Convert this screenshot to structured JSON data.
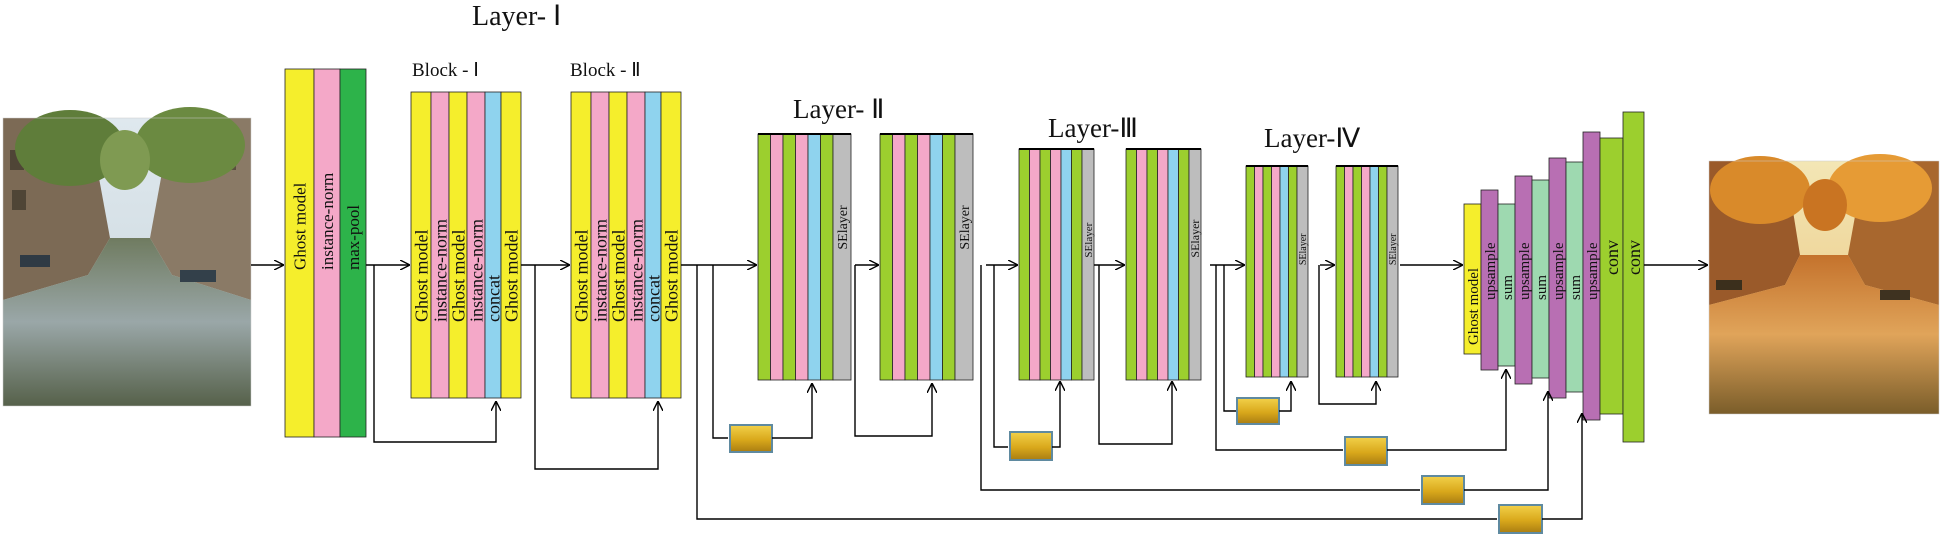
{
  "titles": {
    "layer1": "Layer- Ⅰ",
    "block1": "Block - Ⅰ",
    "block2": "Block - Ⅱ",
    "layer2": "Layer- Ⅱ",
    "layer3": "Layer-Ⅲ",
    "layer4": "Layer-Ⅳ"
  },
  "layer1_stack": [
    "Ghost model",
    "instance-norm",
    "max-pool"
  ],
  "block_labels": [
    "Ghost model",
    "instance-norm",
    "Ghost model",
    "instance-norm",
    "concat",
    "Ghost model"
  ],
  "se_label": "SElayer",
  "decoder_labels": [
    "Ghost model",
    "upsample",
    "sum",
    "upsample",
    "sum",
    "upsample",
    "sum",
    "upsample",
    "conv",
    "conv"
  ],
  "images": {
    "input": "input photo: canal street with trees and houses",
    "output": "output image: stylized autumn canal painting"
  },
  "colors": {
    "yellow": "#f5ee2c",
    "pink": "#f4a8c8",
    "green": "#2db34a",
    "lime": "#9ccf2e",
    "blue": "#8fd3ee",
    "gray": "#bdbdbd",
    "mint": "#9ed9b0",
    "purple": "#b86fb3",
    "gold": "#d9a81b"
  }
}
